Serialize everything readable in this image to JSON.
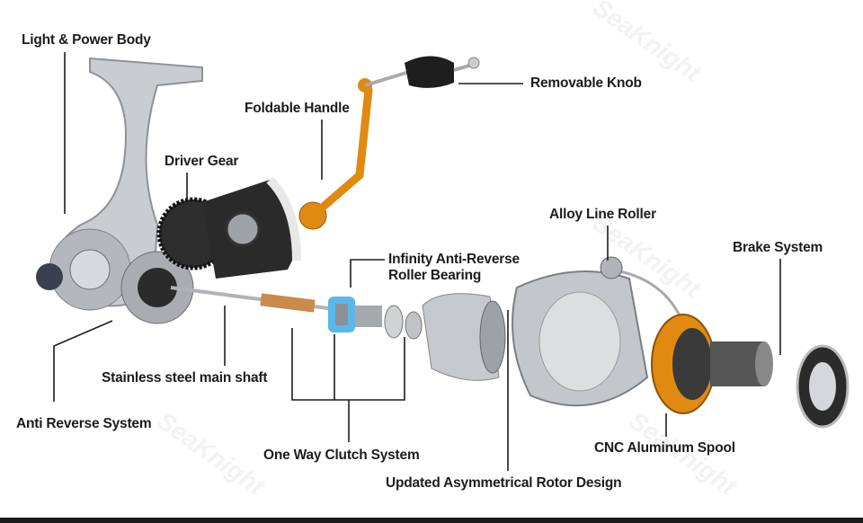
{
  "watermark": "SeaKnight",
  "labels": {
    "body": "Light & Power Body",
    "handle": "Foldable Handle",
    "knob": "Removable Knob",
    "driver_gear": "Driver Gear",
    "line_roller": "Alloy Line Roller",
    "brake": "Brake System",
    "bearing_1": "Infinity Anti-Reverse",
    "bearing_2": "Roller Bearing",
    "main_shaft": "Stainless steel main shaft",
    "anti_reverse": "Anti Reverse System",
    "clutch": "One Way Clutch System",
    "spool": "CNC Aluminum Spool",
    "rotor": "Updated Asymmetrical Rotor Design"
  },
  "colors": {
    "accent": "#e08a12",
    "metal": "#b9bcc0",
    "bearing": "#5ab8e8",
    "text": "#1c1c1c"
  }
}
